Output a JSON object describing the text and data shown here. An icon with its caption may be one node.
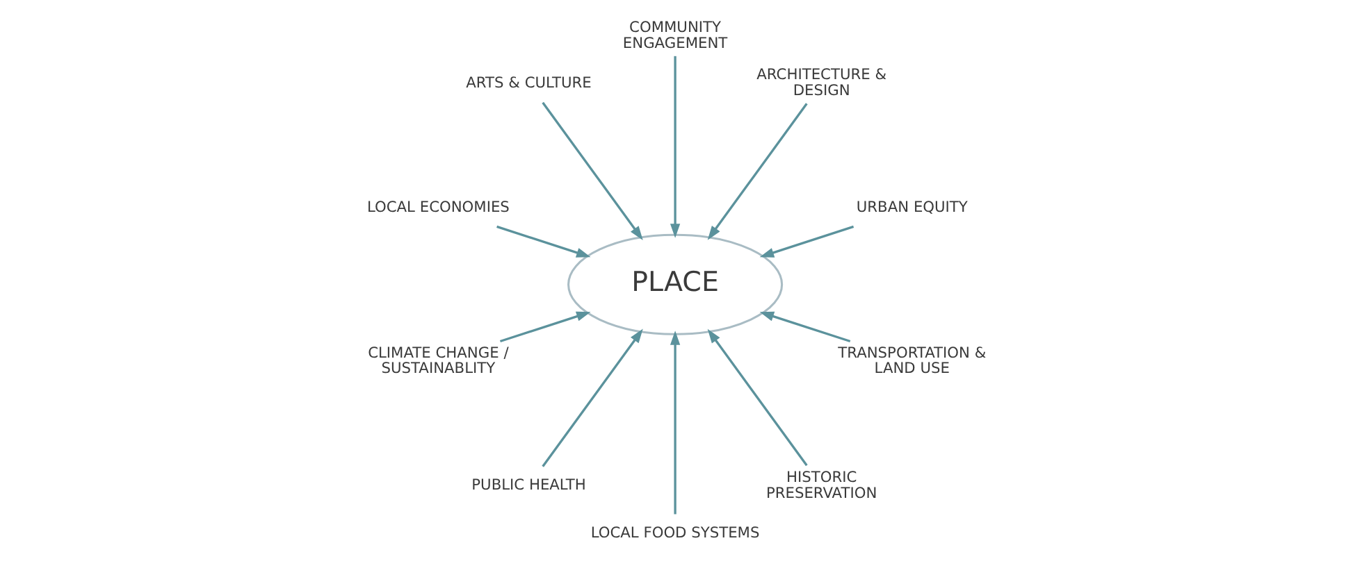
{
  "diagram": {
    "nodes": [
      {
        "text": [
          "URBAN EQUITY"
        ]
      },
      {
        "text": [
          "ARCHITECTURE & DESIGN"
        ]
      },
      {
        "text": [
          "COMMUNITY ENGAGEMENT"
        ]
      },
      {
        "text": [
          "ARTS & CULTURE"
        ]
      },
      {
        "text": [
          "LOCAL ECONOMIES"
        ]
      },
      {
        "text": [
          "PLACE"
        ]
      },
      {
        "text": [
          "CLIMATE CHANGE / SUSTAINABLITY"
        ]
      },
      {
        "text": [
          "PUBLIC HEALTH"
        ]
      },
      {
        "text": [
          "LOCAL FOOD SYSTEMS"
        ]
      },
      {
        "text": [
          "HISTORIC PRESERVATION"
        ]
      },
      {
        "text": [
          "TRANSPORTATION & LAND USE"
        ]
      }
    ],
    "edges": [
      {
        "from": 0,
        "to": 5,
        "arrow": "to"
      },
      {
        "from": 1,
        "to": 5,
        "arrow": "to"
      },
      {
        "from": 2,
        "to": 5,
        "arrow": "to"
      },
      {
        "from": 3,
        "to": 5,
        "arrow": "to"
      },
      {
        "from": 4,
        "to": 5,
        "arrow": "to"
      },
      {
        "from": 6,
        "to": 5,
        "arrow": "to"
      },
      {
        "from": 7,
        "to": 5,
        "arrow": "to"
      },
      {
        "from": 8,
        "to": 5,
        "arrow": "to"
      },
      {
        "from": 9,
        "to": 5,
        "arrow": "to"
      },
      {
        "from": 10,
        "to": 5,
        "arrow": "to"
      }
    ]
  }
}
